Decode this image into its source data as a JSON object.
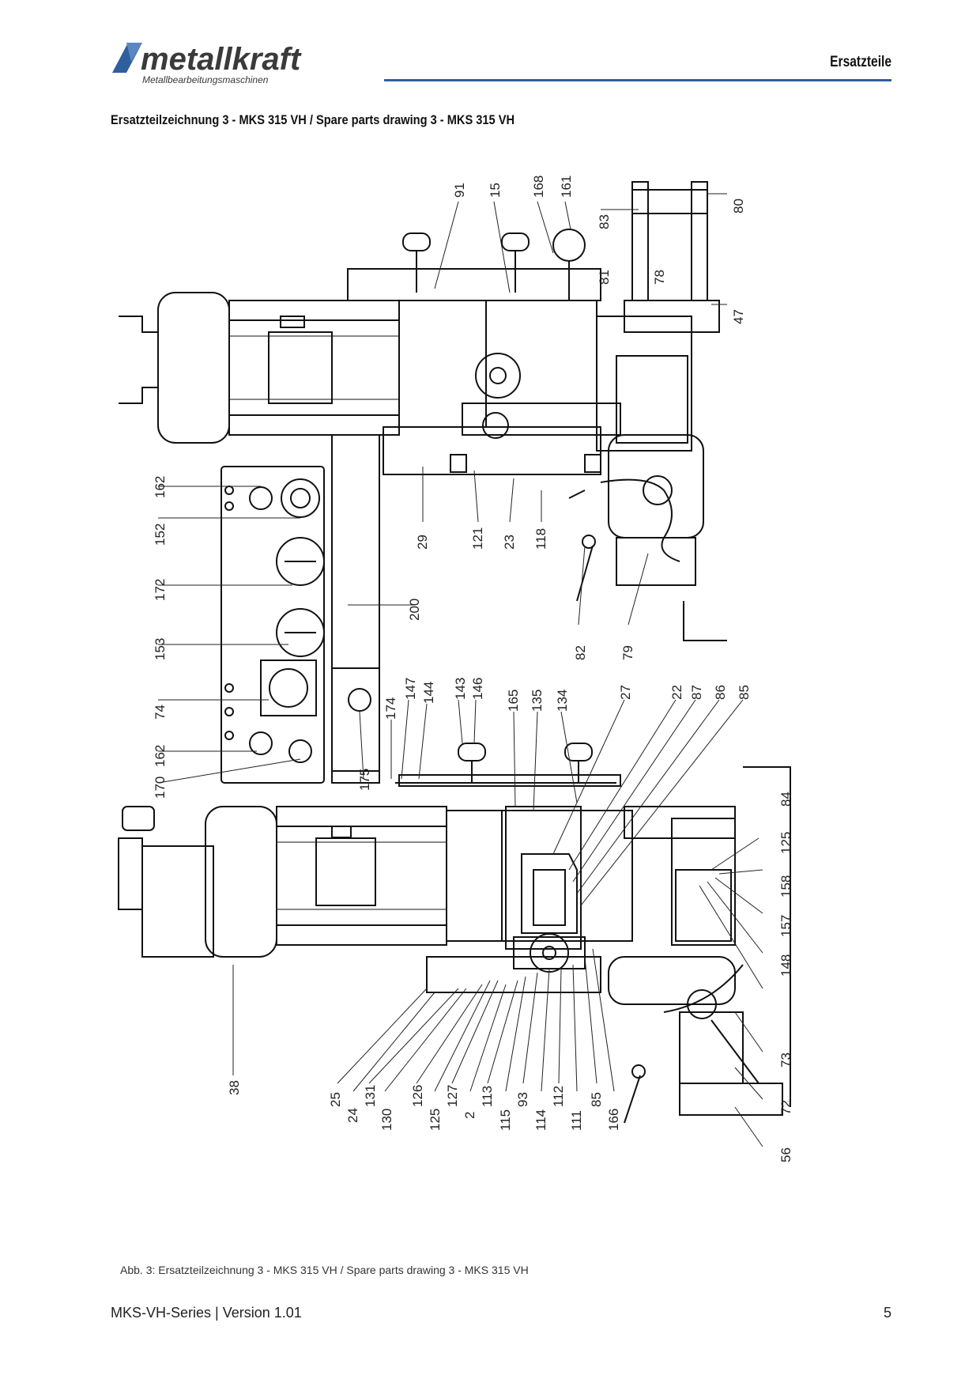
{
  "header": {
    "logo_text": "metallkraft",
    "logo_subtitle": "Metallbearbeitungsmaschinen",
    "section_title": "Ersatzteile"
  },
  "document": {
    "heading": "Ersatzteilzeichnung 3 - MKS 315 VH / Spare parts drawing 3 - MKS 315 VH",
    "caption": "Abb. 3: Ersatzteilzeichnung 3 - MKS 315 VH / Spare parts drawing 3 - MKS 315 VH"
  },
  "drawing": {
    "part_labels": [
      "91",
      "15",
      "168",
      "161",
      "83",
      "80",
      "81",
      "78",
      "47",
      "162",
      "152",
      "172",
      "153",
      "74",
      "162",
      "170",
      "29",
      "121",
      "23",
      "118",
      "200",
      "82",
      "79",
      "174",
      "147",
      "144",
      "143",
      "146",
      "165",
      "135",
      "134",
      "27",
      "22",
      "87",
      "86",
      "85",
      "84",
      "125",
      "158",
      "157",
      "148",
      "175",
      "38",
      "25",
      "24",
      "131",
      "130",
      "126",
      "125",
      "127",
      "2",
      "113",
      "115",
      "93",
      "114",
      "112",
      "111",
      "85",
      "166",
      "73",
      "72",
      "56"
    ]
  },
  "footer": {
    "left": "MKS-VH-Series | Version 1.01",
    "page_number": "5"
  }
}
